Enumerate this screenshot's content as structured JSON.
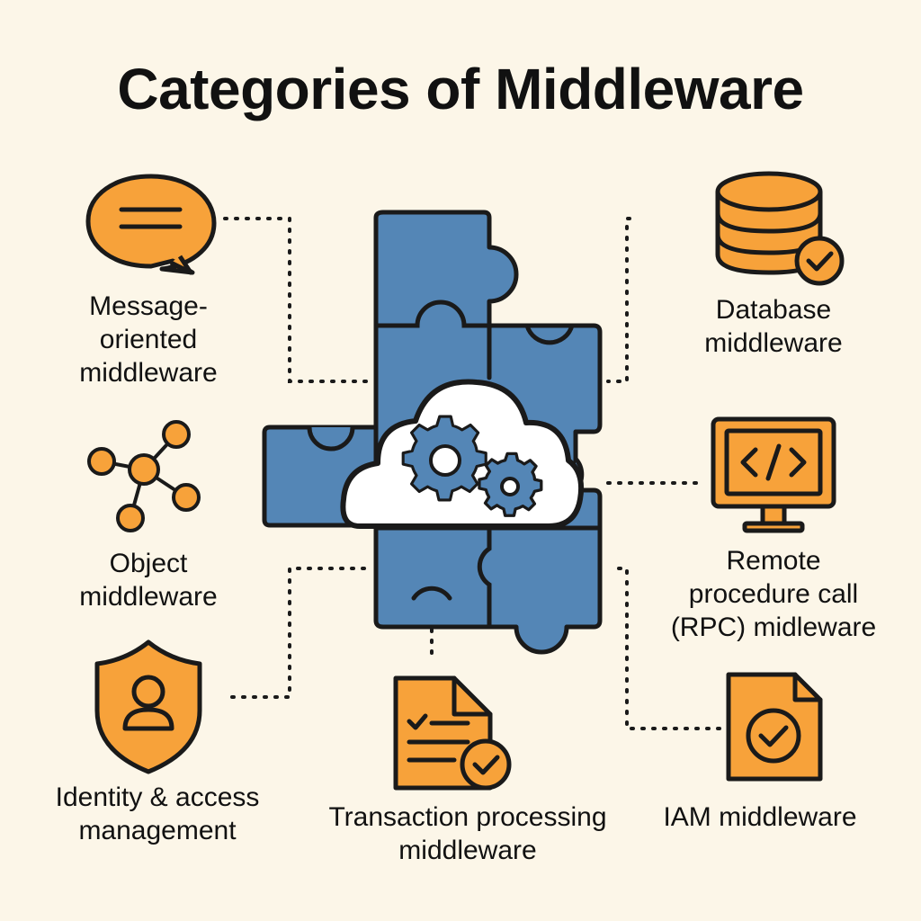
{
  "title": "Categories of Middleware",
  "categories": {
    "message": {
      "icon": "speech-bubble-icon",
      "lines": [
        "Message-",
        "oriented",
        "middleware"
      ]
    },
    "object": {
      "icon": "network-nodes-icon",
      "lines": [
        "Object",
        "middleware"
      ]
    },
    "identity": {
      "icon": "shield-user-icon",
      "lines": [
        "Identity & access",
        "management"
      ]
    },
    "transaction": {
      "icon": "checklist-document-icon",
      "lines": [
        "Transaction processing",
        "middleware"
      ]
    },
    "database": {
      "icon": "database-check-icon",
      "lines": [
        "Database",
        "middleware"
      ]
    },
    "rpc": {
      "icon": "code-monitor-icon",
      "lines": [
        "Remote",
        "procedure call",
        "(RPC) midleware"
      ]
    },
    "iam": {
      "icon": "document-check-icon",
      "lines": [
        "IAM middleware"
      ]
    }
  },
  "center": {
    "icon": "cloud-gears-puzzle-icon"
  },
  "colors": {
    "background": "#fcf6e8",
    "orange": "#f7a23a",
    "blue": "#5486b6",
    "outline": "#1a1a1a"
  }
}
